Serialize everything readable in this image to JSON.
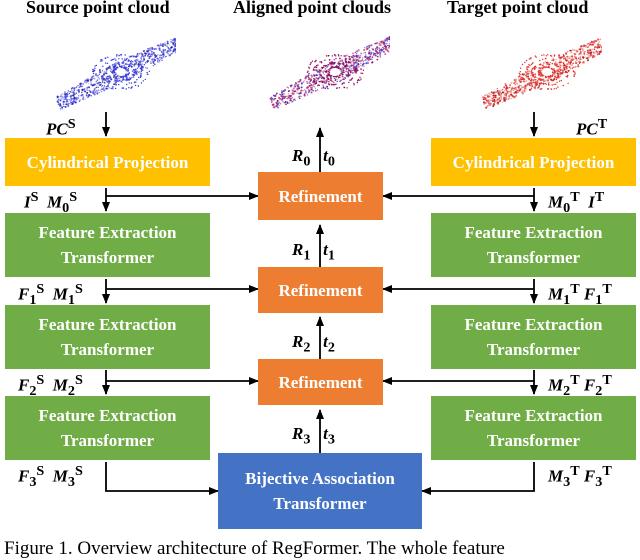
{
  "titles": {
    "source": "Source point cloud",
    "aligned": "Aligned point clouds",
    "target": "Target point cloud"
  },
  "blocks": {
    "cyl_left": "Cylindrical Projection",
    "cyl_right": "Cylindrical Projection",
    "feat_line1": "Feature Extraction",
    "feat_line2": "Transformer",
    "refinement": "Refinement",
    "bat_line1": "Bijective Association",
    "bat_line2": "Transformer"
  },
  "labels": {
    "pc_s": "PC",
    "pc_t": "PC",
    "s": "S",
    "t": "T",
    "I": "I",
    "M0": "M",
    "M1": "M",
    "M2": "M",
    "M3": "M",
    "F1": "F",
    "F2": "F",
    "F3": "F",
    "R0": "R",
    "R1": "R",
    "R2": "R",
    "R3": "R",
    "t0": "t",
    "t1": "t",
    "t2": "t",
    "t3": "t",
    "i0": "0",
    "i1": "1",
    "i2": "2",
    "i3": "3"
  },
  "colors": {
    "projection": "#ffc000",
    "feature": "#70ad47",
    "refinement": "#ed7d31",
    "bijective": "#4472c4",
    "source_cloud": "#3a3adb",
    "target_cloud": "#e0302a",
    "aligned_cloud": "#8a1060"
  },
  "caption": "Figure 1. Overview architecture of RegFormer. The whole feature"
}
